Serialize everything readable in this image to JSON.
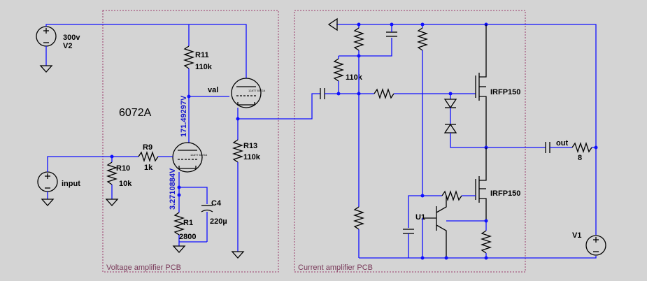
{
  "title": "6072A",
  "pcbs": {
    "voltage": "Voltage amplifier PCB",
    "current": "Current amplifier PCB"
  },
  "labels": {
    "v2_value": "300v",
    "v2_name": "V2",
    "input": "input",
    "v1_name": "V1",
    "u1": "U1",
    "r11_name": "R11",
    "r11_value": "110k",
    "r9_name": "R9",
    "r9_value": "1k",
    "r10_name": "R10",
    "r10_value": "10k",
    "r13_name": "R13",
    "r13_value": "110k",
    "r1_name": "R1",
    "r1_value": "2800",
    "c4_name": "C4",
    "c4_value": "220µ",
    "val": "val",
    "r_bias_value": "110k",
    "mosfet_top": "IRFP150",
    "mosfet_bottom": "IRFP150",
    "out": "out",
    "load_value": "8",
    "tube_top": "12AT7 6072A",
    "tube_bottom": "12AT7 6072A",
    "voltage_plate": "171.49297V",
    "voltage_cathode": "3.2710884V"
  },
  "colors": {
    "wire": "#1010ff",
    "component": "#000000",
    "pcb_border": "#9a3a6a",
    "background": "#d4d4d4"
  }
}
